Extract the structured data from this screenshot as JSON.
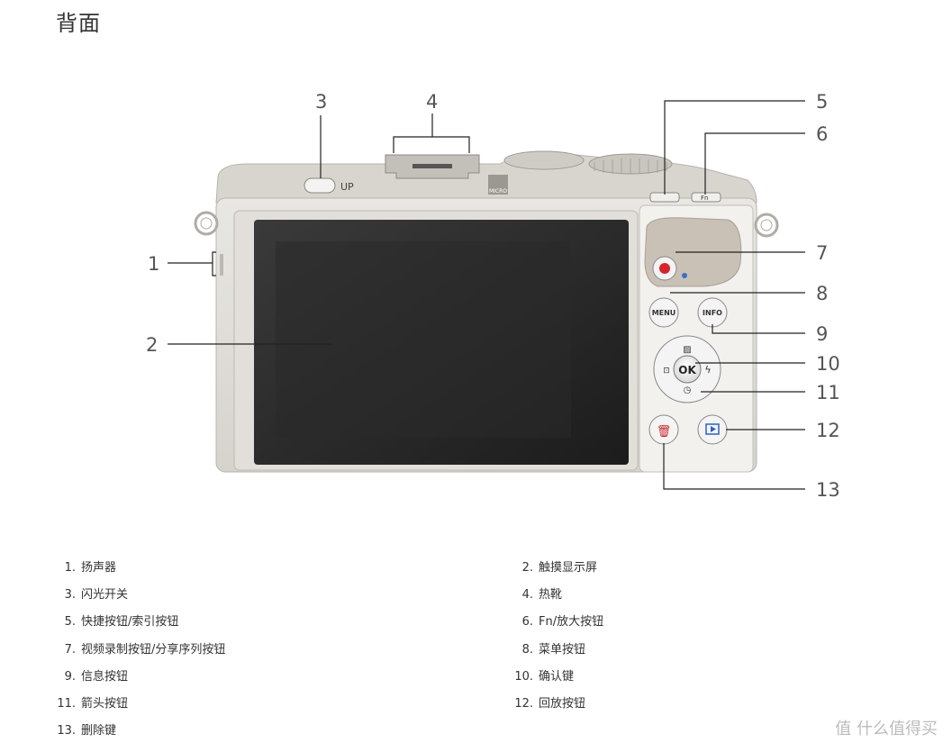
{
  "page_title": "背面",
  "callout_numbers": [
    "1",
    "2",
    "3",
    "4",
    "5",
    "6",
    "7",
    "8",
    "9",
    "10",
    "11",
    "12",
    "13"
  ],
  "camera_markings": {
    "flash_up": "UP",
    "micro_badge": "MICRO",
    "menu_button": "MENU",
    "info_button": "INFO",
    "ok_button": "OK",
    "fn_button": "Fn"
  },
  "legend": [
    {
      "n": "1.",
      "label": "扬声器"
    },
    {
      "n": "2.",
      "label": "触摸显示屏"
    },
    {
      "n": "3.",
      "label": "闪光开关"
    },
    {
      "n": "4.",
      "label": "热靴"
    },
    {
      "n": "5.",
      "label": "快捷按钮/索引按钮"
    },
    {
      "n": "6.",
      "label": "Fn/放大按钮"
    },
    {
      "n": "7.",
      "label": "视频录制按钮/分享序列按钮"
    },
    {
      "n": "8.",
      "label": "菜单按钮"
    },
    {
      "n": "9.",
      "label": "信息按钮"
    },
    {
      "n": "10.",
      "label": "确认键"
    },
    {
      "n": "11.",
      "label": "箭头按钮"
    },
    {
      "n": "12.",
      "label": "回放按钮"
    },
    {
      "n": "13.",
      "label": "删除键"
    }
  ],
  "watermark": "值 什么值得买"
}
